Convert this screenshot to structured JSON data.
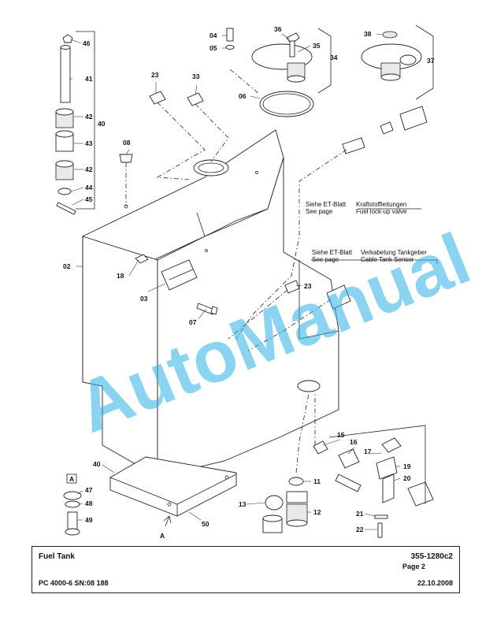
{
  "title_block": {
    "title": "Fuel Tank",
    "doc_number": "355-1280c2",
    "page": "Page 2",
    "model": "PC 4000-6 SN:08 188",
    "date": "22.10.2008"
  },
  "watermark": "AutoManual",
  "notes": {
    "fuel_line_de": "Siehe ET-Blatt",
    "fuel_line_de_desc": "Kraftstoffleitungen",
    "fuel_line_en": "See page",
    "fuel_line_en_desc": "Fuel lock-up valve",
    "sensor_de": "Siehe ET-Blatt",
    "sensor_de_desc": "Verkabelung Tankgeber",
    "sensor_en": "See page",
    "sensor_en_desc": "Cable Tank Sensor"
  },
  "view_labels": {
    "view_a_box": "A",
    "view_a_arrow": "A"
  },
  "callouts": {
    "c02": "02",
    "c03": "03",
    "c04": "04",
    "c05": "05",
    "c06": "06",
    "c07": "07",
    "c08": "08",
    "c11": "11",
    "c12": "12",
    "c13": "13",
    "c15": "15",
    "c16": "16",
    "c17": "17",
    "c18": "18",
    "c19": "19",
    "c20": "20",
    "c21": "21",
    "c22": "22",
    "c23a": "23",
    "c23b": "23",
    "c33": "33",
    "c34": "34",
    "c35": "35",
    "c36": "36",
    "c37": "37",
    "c38": "38",
    "c40a": "40",
    "c40b": "40",
    "c41": "41",
    "c42a": "42",
    "c42b": "42",
    "c43": "43",
    "c44": "44",
    "c45": "45",
    "c46": "46",
    "c47": "47",
    "c48": "48",
    "c49": "49",
    "c50": "50"
  }
}
